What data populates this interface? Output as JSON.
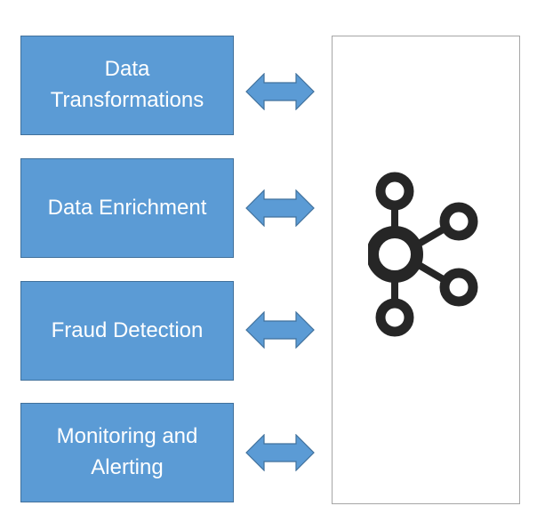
{
  "boxes": [
    {
      "line1": "Data",
      "line2": "Transformations"
    },
    {
      "line1": "Data Enrichment",
      "line2": ""
    },
    {
      "line1": "Fraud Detection",
      "line2": ""
    },
    {
      "line1": "Monitoring and",
      "line2": "Alerting"
    }
  ],
  "colors": {
    "box_fill": "#5b9bd5",
    "box_border": "#41719c",
    "box_text": "#ffffff",
    "arrow_fill": "#5b9bd5",
    "panel_border": "#a6a6a6",
    "logo": "#262626"
  },
  "icons": {
    "logo": "kafka-logo-icon",
    "connector": "double-arrow-icon"
  }
}
